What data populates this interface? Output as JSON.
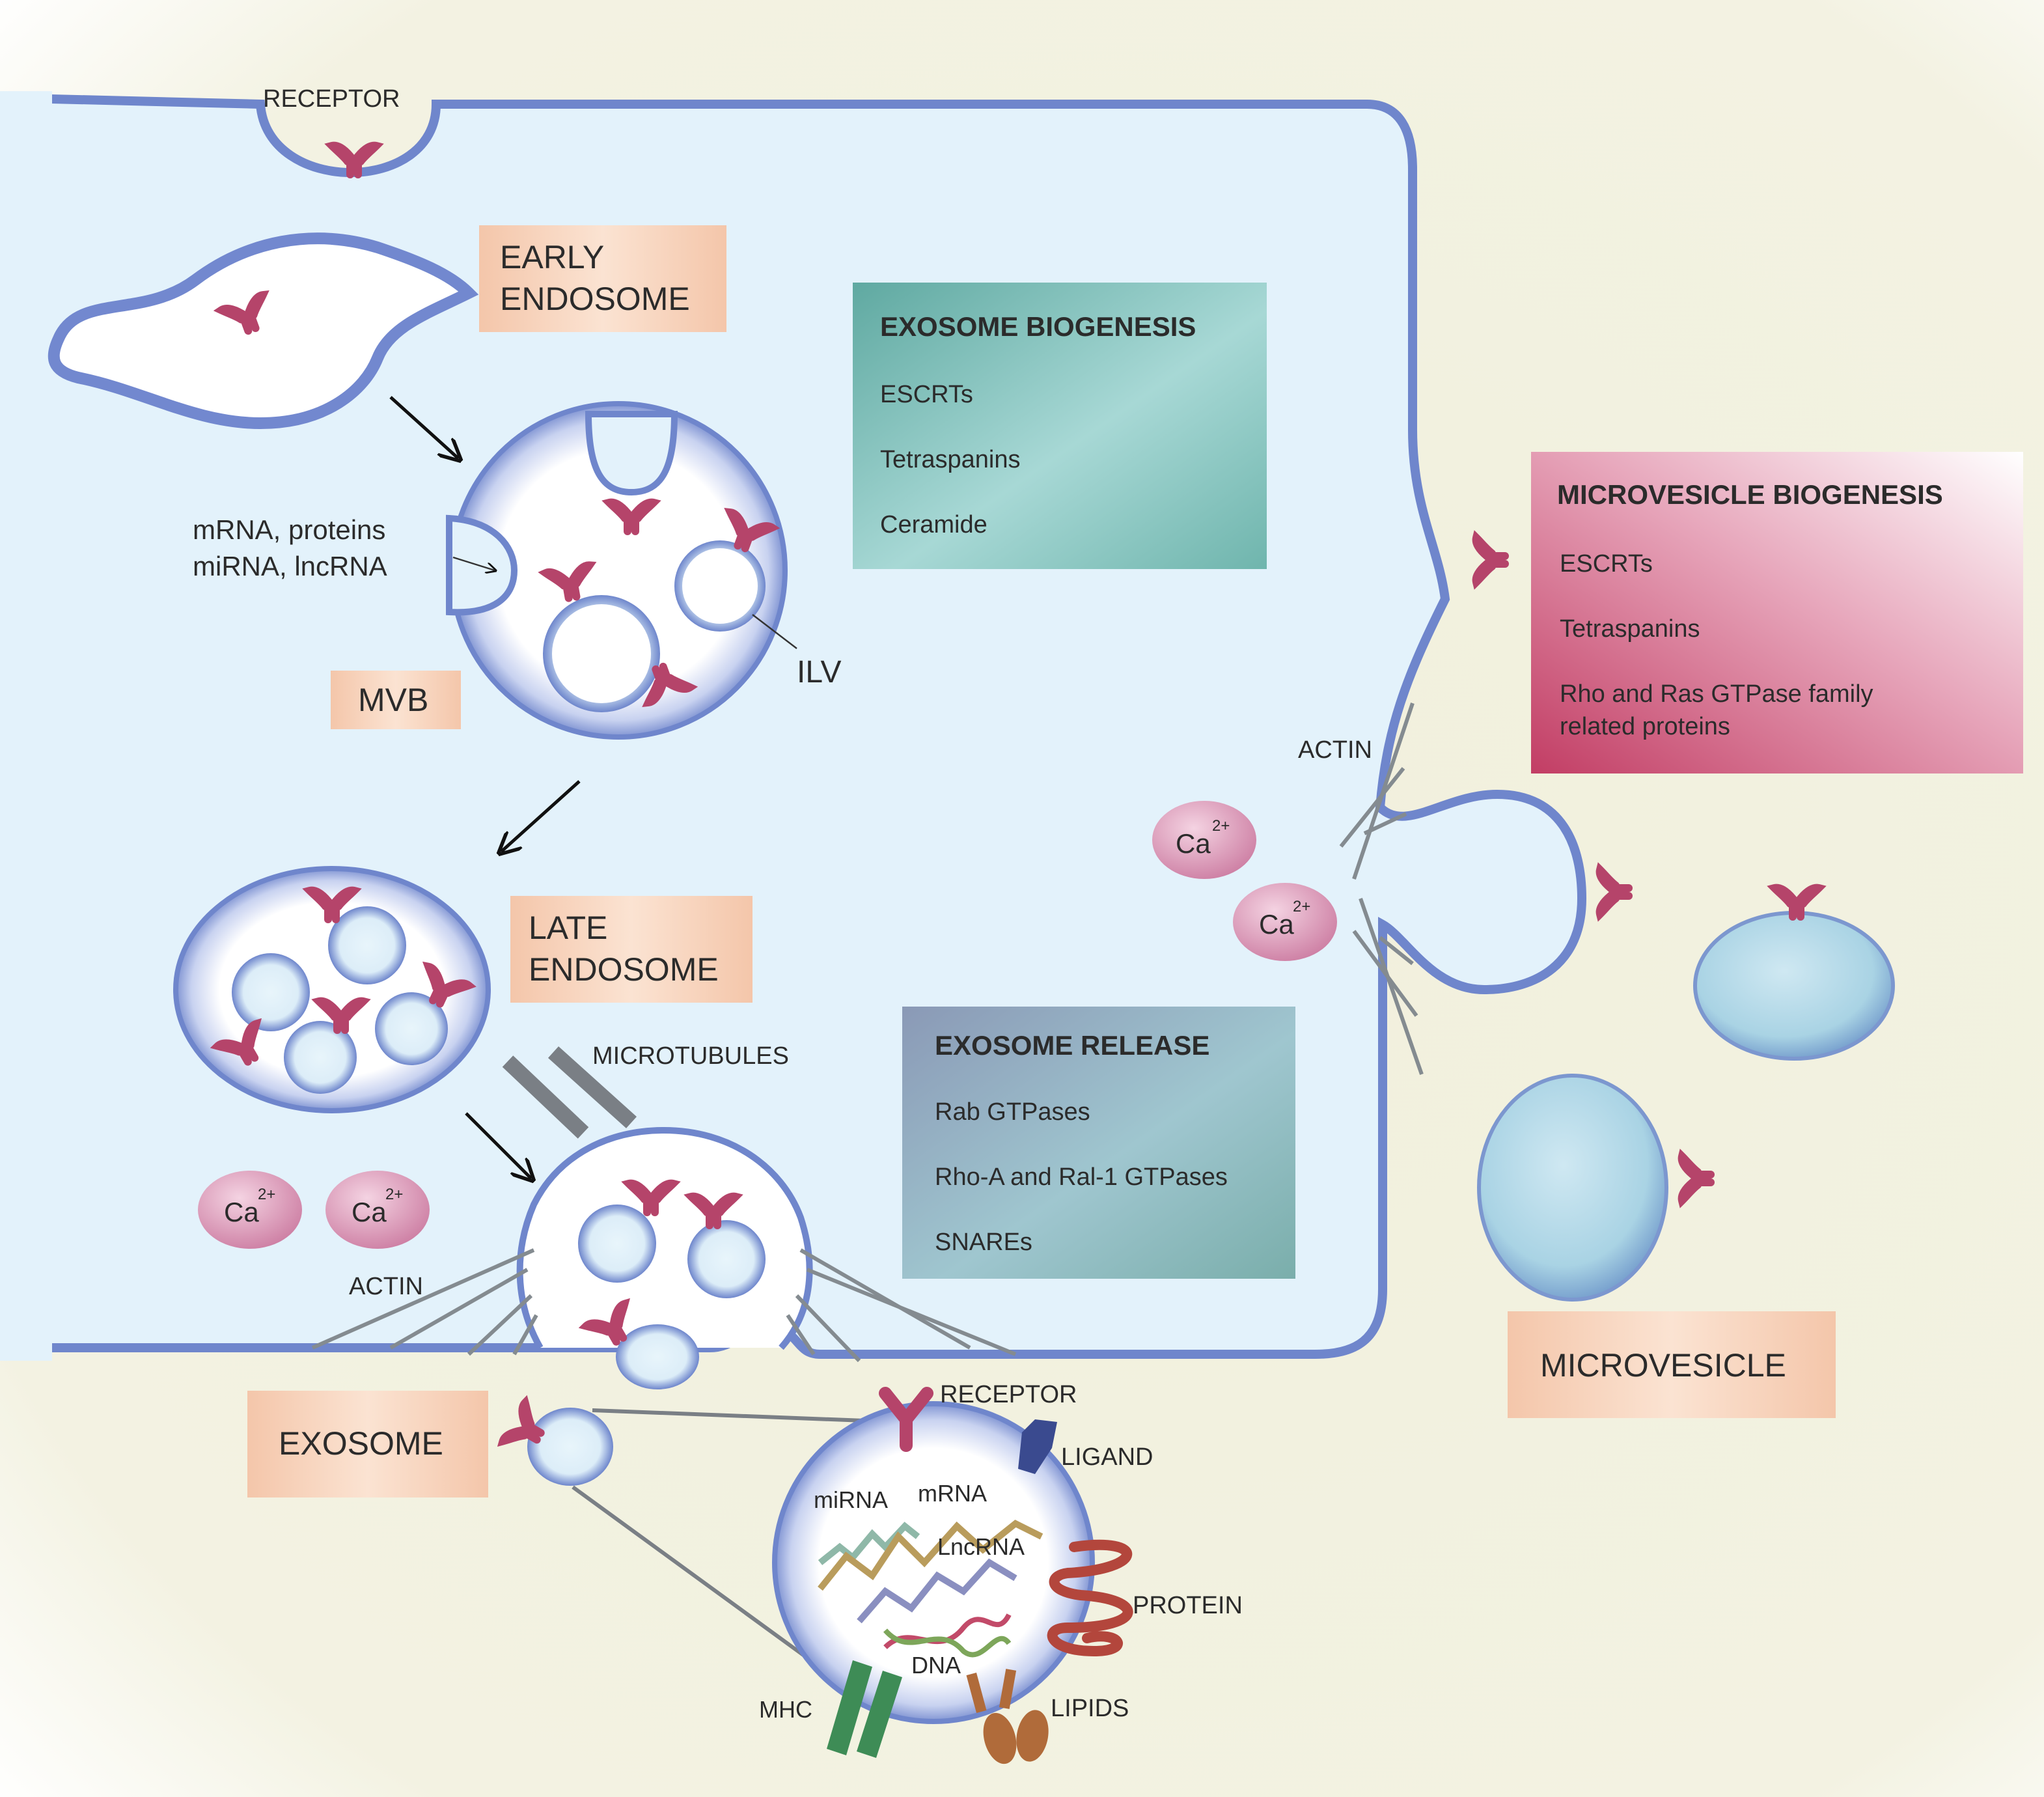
{
  "labels": {
    "receptor_top": "RECEPTOR",
    "early_endosome_line1": "EARLY",
    "early_endosome_line2": "ENDOSOME",
    "cargo_line1": "mRNA, proteins",
    "cargo_line2": "miRNA, lncRNA",
    "mvb": "MVB",
    "ilv": "ILV",
    "late_endosome_line1": "LATE",
    "late_endosome_line2": "ENDOSOME",
    "microtubules": "MICROTUBULES",
    "actin_left": "ACTIN",
    "actin_right": "ACTIN",
    "exosome": "EXOSOME",
    "microvesicle": "MICROVESICLE",
    "ca": "Ca",
    "ca_sup": "2+"
  },
  "exosome_biogenesis": {
    "title": "EXOSOME BIOGENESIS",
    "items": [
      "ESCRTs",
      "Tetraspanins",
      "Ceramide"
    ]
  },
  "exosome_release": {
    "title": "EXOSOME RELEASE",
    "items": [
      "Rab GTPases",
      "Rho-A and Ral-1 GTPases",
      "SNAREs"
    ]
  },
  "microvesicle_biogenesis": {
    "title": "MICROVESICLE BIOGENESIS",
    "items": [
      "ESCRTs",
      "Tetraspanins",
      "Rho and Ras GTPase family",
      "related proteins"
    ]
  },
  "exosome_detail": {
    "receptor": "RECEPTOR",
    "ligand": "LIGAND",
    "mirna": "miRNA",
    "mrna": "mRNA",
    "lncrna": "LncRNA",
    "protein": "PROTEIN",
    "dna": "DNA",
    "mhc": "MHC",
    "lipids": "LIPIDS"
  },
  "colors": {
    "cytoplasm": "#e3f2fb",
    "membrane": "#6f86cc",
    "receptor": "#b5446a",
    "extracellular": "#f2f1dc",
    "exosome_box": "#7fbcb5",
    "release_box": "#7f97ad",
    "microvesicle_box": "#c9476e",
    "label_box": "#f6cdb3",
    "calcium": "#d98cb0"
  }
}
